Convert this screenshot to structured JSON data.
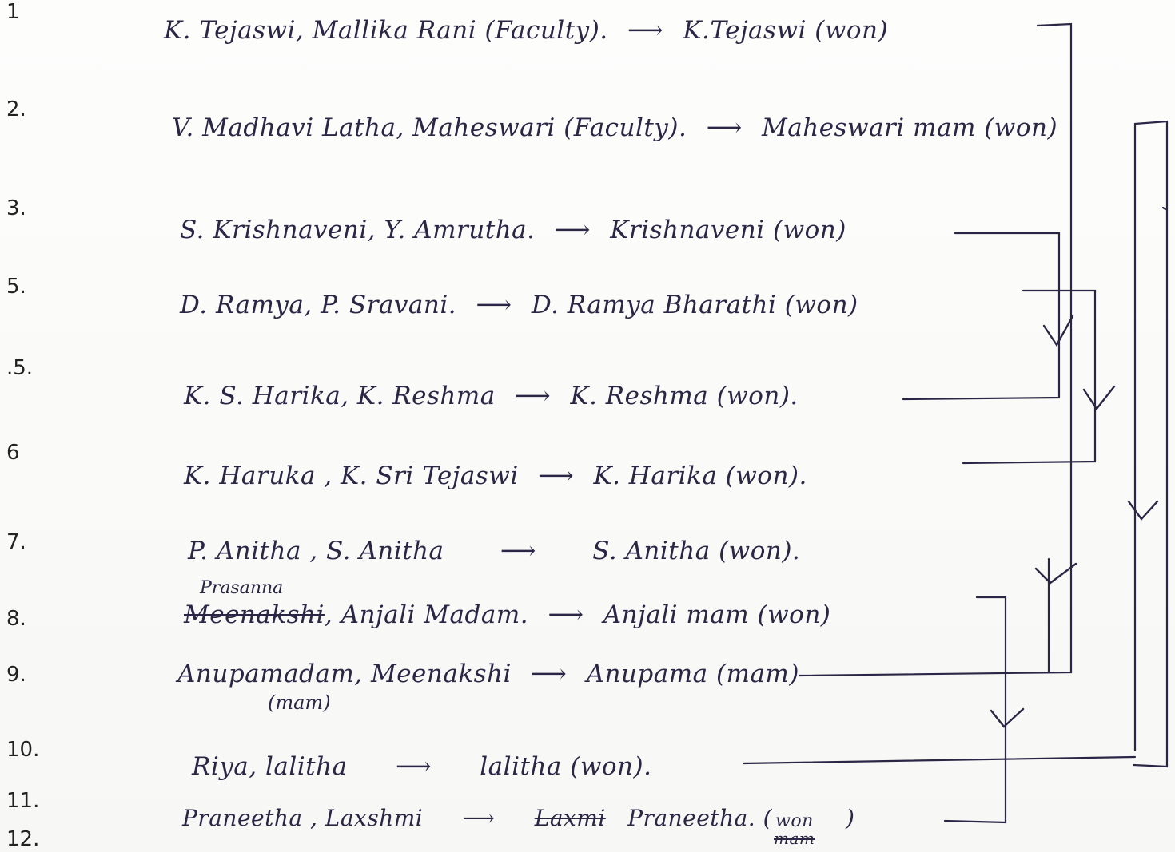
{
  "rows": [
    {
      "num": "1",
      "pair": "K. Tejaswi, Mallika Rani (Faculty).",
      "result": "K.Tejaswi (won)"
    },
    {
      "num": "2.",
      "pair": "V. Madhavi Latha, Maheswari (Faculty).",
      "result": "Maheswari mam (won)"
    },
    {
      "num": "3.",
      "pair": "S. Krishnaveni, Y. Amrutha.",
      "result": "Krishnaveni (won)"
    },
    {
      "num": "5.",
      "pair": "D. Ramya, P. Sravani.",
      "result": "D. Ramya Bharathi (won)"
    },
    {
      "num": ".5.",
      "pair": "K. S. Harika, K. Reshma",
      "result": "K. Reshma (won)."
    },
    {
      "num": "6",
      "pair": "K. Haruka , K. Sri Tejaswi",
      "result": "K. Harika (won)."
    },
    {
      "num": "7.",
      "pair": "P. Anitha , S. Anitha",
      "result": "S. Anitha (won)."
    },
    {
      "num": "8.",
      "pair_struck": "Meenakshi",
      "pair": ", Anjali Madam.",
      "result": "Anjali mam (won)"
    },
    {
      "num": "9.",
      "pair": "Anupamadam, Meenakshi",
      "result": "Anupama (mam)"
    },
    {
      "num": "10.",
      "pair": "Riya, lalitha",
      "result": "lalitha (won)."
    },
    {
      "num": "11.",
      "pair": "Praneetha , Laxshmi",
      "result_struck": "Laxmi",
      "result": "Praneetha. (",
      "result_tail": ")"
    },
    {
      "num": "12.",
      "pair": "",
      "result": ""
    }
  ],
  "notes": {
    "prasanna": "Prasanna",
    "mam": "(mam)",
    "won": "won",
    "mam_struck": "mam",
    "arrow": "⟶"
  },
  "tick": "√"
}
